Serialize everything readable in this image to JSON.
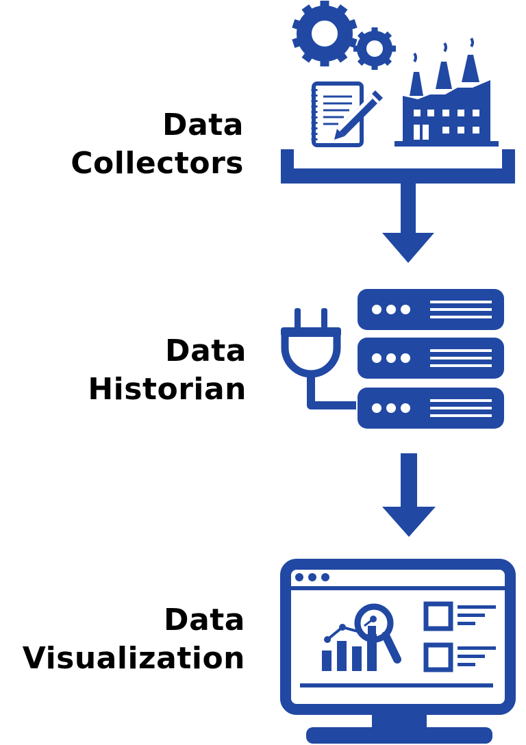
{
  "colors": {
    "accent": "#2148A3",
    "text": "#000000",
    "background": "#ffffff"
  },
  "stages": [
    {
      "id": "collectors",
      "line1": "Data",
      "line2": "Collectors",
      "icons": [
        "gear-icon",
        "notepad-pencil-icon",
        "factory-icon"
      ]
    },
    {
      "id": "historian",
      "line1": "Data",
      "line2": "Historian",
      "icons": [
        "power-plug-icon",
        "server-rack-icon"
      ]
    },
    {
      "id": "visualization",
      "line1": "Data",
      "line2": "Visualization",
      "icons": [
        "monitor-dashboard-icon",
        "magnifier-chart-icon"
      ]
    }
  ],
  "arrows": [
    "arrow-down-icon",
    "arrow-down-icon"
  ]
}
